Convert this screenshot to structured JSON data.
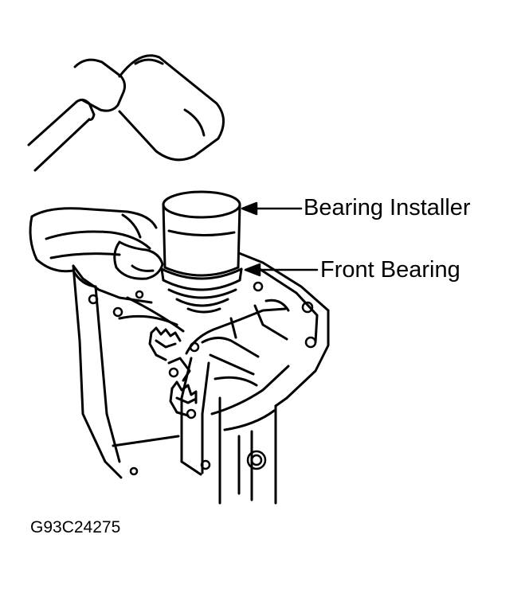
{
  "callouts": {
    "bearing_installer": "Bearing Installer",
    "front_bearing": "Front Bearing"
  },
  "figure_code": "G93C24275",
  "colors": {
    "ink": "#000000",
    "paper": "#ffffff"
  }
}
